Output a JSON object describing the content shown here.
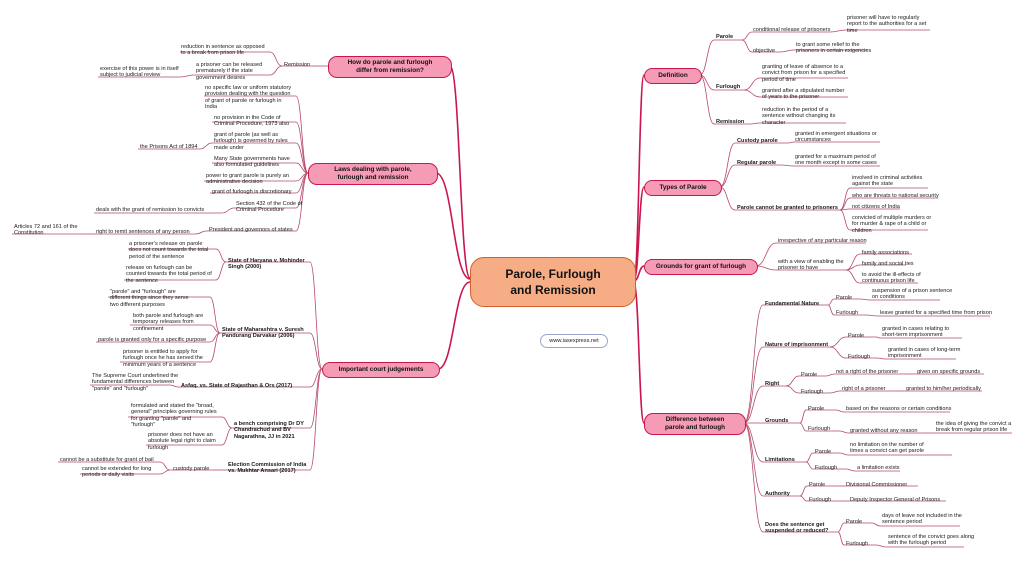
{
  "center_title": "Parole, Furlough\nand Remission",
  "website": "www.iasexpress.net",
  "colors": {
    "branch": "#c9174d",
    "leaf": "#b54a66",
    "hub_fill": "#f6ad85",
    "pill_fill": "#f59bb5"
  },
  "branches": {
    "definition": "Definition",
    "types": "Types of Parole",
    "grounds": "Grounds for grant of furlough",
    "difference": "Difference between\nparole and furlough",
    "remission_q": "How do parole and furlough\ndiffer from remission?",
    "laws": "Laws dealing with parole,\nfurlough and remission",
    "judgements": "Important court judgements"
  },
  "texts": {
    "def_parole": "Parole",
    "def_cond": "conditional release of prisoners",
    "def_report": "prisoner will have to regularly\nreport to the authorities for a set\ntime",
    "def_objective": "objective",
    "def_relief": "to grant some relief to the\nprisoners in certain exigencies",
    "def_furlough": "Furlough",
    "def_leave": "granting of leave of absence to a\nconvict from prison for a specified\nperiod of time",
    "def_after": "granted after a stipulated number\nof years to the prisoner",
    "def_remission": "Remission",
    "def_reduction": "reduction in the period of a\nsentence without changing its\ncharacter",
    "ty_custody": "Custody parole",
    "ty_custody_desc": "granted in emergent situations or\ncircumstances",
    "ty_regular": "Regular parole",
    "ty_regular_desc": "granted for a maximum period of\none month except in some cases",
    "ty_cannot": "Parole cannot be granted to prisoners",
    "ty_c1": "involved in criminal activities\nagainst the state",
    "ty_c2": "who are threats to national security",
    "ty_c3": "not citizens of India",
    "ty_c4": "convicted of multiple murders or\nfor murder & rape of a child or\nchildren",
    "gr_irrespective": "irrespective of any particular reason",
    "gr_view": "with a view of enabling the\nprisoner to have",
    "gr_family": "family associations",
    "gr_social": "family and social ties",
    "gr_avoid": "to avoid the ill-effects of\ncontinuous prison life",
    "df_fundamental": "Fundamental Nature",
    "df_fn_parole": "Parole",
    "df_fn_parole_desc": "suspension of a prison sentence\non conditions",
    "df_fn_furlough": "Furlough",
    "df_fn_furlough_desc": "leave granted for a specified time from prison",
    "df_imprisonment": "Nature of imprisonment",
    "df_im_parole": "Parole",
    "df_im_parole_desc": "granted in cases relating to\nshort-term imprisonment",
    "df_im_furlough": "Furlough",
    "df_im_furlough_desc": "granted in cases of long-term\nimprisonment",
    "df_right": "Right",
    "df_ri_parole": "Parole",
    "df_ri_parole_desc": "not a right of the prisoner",
    "df_ri_parole_desc2": "given on specific grounds",
    "df_ri_furlough": "Furlough",
    "df_ri_furlough_desc": "right of a prisoner",
    "df_ri_furlough_desc2": "granted to him/her periodically",
    "df_grounds": "Grounds",
    "df_gr_parole": "Parole",
    "df_gr_parole_desc": "based on the reasons or certain conditions",
    "df_gr_furlough": "Furlough",
    "df_gr_furlough_desc": "granted without any reason",
    "df_gr_furlough_desc2": "the idea of giving the convict a\nbreak from regular prison life",
    "df_limitations": "Limitations",
    "df_li_parole": "Parole",
    "df_li_parole_desc": "no limitation on the number of\ntimes a convict can get parole",
    "df_li_furlough": "Furlough",
    "df_li_furlough_desc": "a limitation exists",
    "df_authority": "Authority",
    "df_au_parole": "Parole",
    "df_au_parole_desc": "Divisional Commissioner",
    "df_au_furlough": "Furlough",
    "df_au_furlough_desc": "Deputy Inspector General of Prisons",
    "df_sentence": "Does the sentence get\nsuspended or reduced?",
    "df_se_parole": "Parole",
    "df_se_parole_desc": "days of leave not included in the\nsentence period",
    "df_se_furlough": "Furlough",
    "df_se_furlough_desc": "sentence of the convict goes along\nwith the furlough period",
    "rm_remission": "Remission",
    "rm_reduction": "reduction in sentence as opposed\nto a break from prison life",
    "rm_premature": "a prisoner can be released\nprematurely if the state\ngovernment desires",
    "rm_exercise": "exercise of this power is in itself\nsubject to judicial review",
    "lw_no_law": "no specific law or uniform statutory\nprovision dealing with the question\nof grant of parole or furlough in\nIndia",
    "lw_no_prov": "no provision in the Code of\nCriminal Procedure, 1973 also",
    "lw_grant_rules": "grant of parole (as well as\nfurlough) is governed by rules\nmade under",
    "lw_prisons_act": "the Prisons Act of 1894",
    "lw_guidelines": "Many State governments have\nalso formulated guidelines",
    "lw_admin": "power to grant parole is purely an\nadministrative decision",
    "lw_discretionary": "grant of furlough is discretionary",
    "lw_sec432": "Section 432 of the Code of\nCriminal Procedure",
    "lw_remission_convicts": "deals with the grant of remission to convicts",
    "lw_president": "President and governors of states",
    "lw_right_remit": "right to remit sentences of any person",
    "lw_articles": "Articles 72 and 161 of the\nConstitution",
    "jd_haryana": "State of Haryana v. Mohinder\nSingh (2000)",
    "jd_h1": "a prisoner's release on parole\ndoes not count towards the total\nperiod of the sentence",
    "jd_h2": "release on furlough can be\ncounted towards the total period of\nthe sentence",
    "jd_maharashtra": "State of Maharashtra v. Suresh\nPandurang Darvakar (2006)",
    "jd_m1": "\"parole\" and \"furlough\" are\ndifferent things since they serve\ntwo different purposes",
    "jd_m2": "both parole and furlough are\ntemporary releases from\nconfinement",
    "jd_m3": "parole is granted only for a specific purpose",
    "jd_m4": "prisoner is entitled to apply for\nfurlough once he has served the\nminimum years of a sentence",
    "jd_asfaq": "Asfaq. vs. State of Rajasthan & Ors (2017)",
    "jd_a1": "The Supreme Court underlined the\nfundamental differences between\n\"parole\" and \"furlough\"",
    "jd_bench": "a bench comprising Dr DY\nChandrachud and BV\nNagarathna, JJ in 2021",
    "jd_b1": "formulated and stated the \"broad,\ngeneral\" principles governing rules\nfor granting \"parole\" and\n\"furlough\"",
    "jd_b2": "prisoner does not have an\nabsolute legal right to claim\nfurlough",
    "jd_eci": "Election Commission of India\nvs. Mukhtar Ansari (2017)",
    "jd_custody": "custody parole",
    "jd_e1": "cannot be a substitute for grant of bail",
    "jd_e2": "cannot be extended for long\nperiods or daily visits"
  }
}
